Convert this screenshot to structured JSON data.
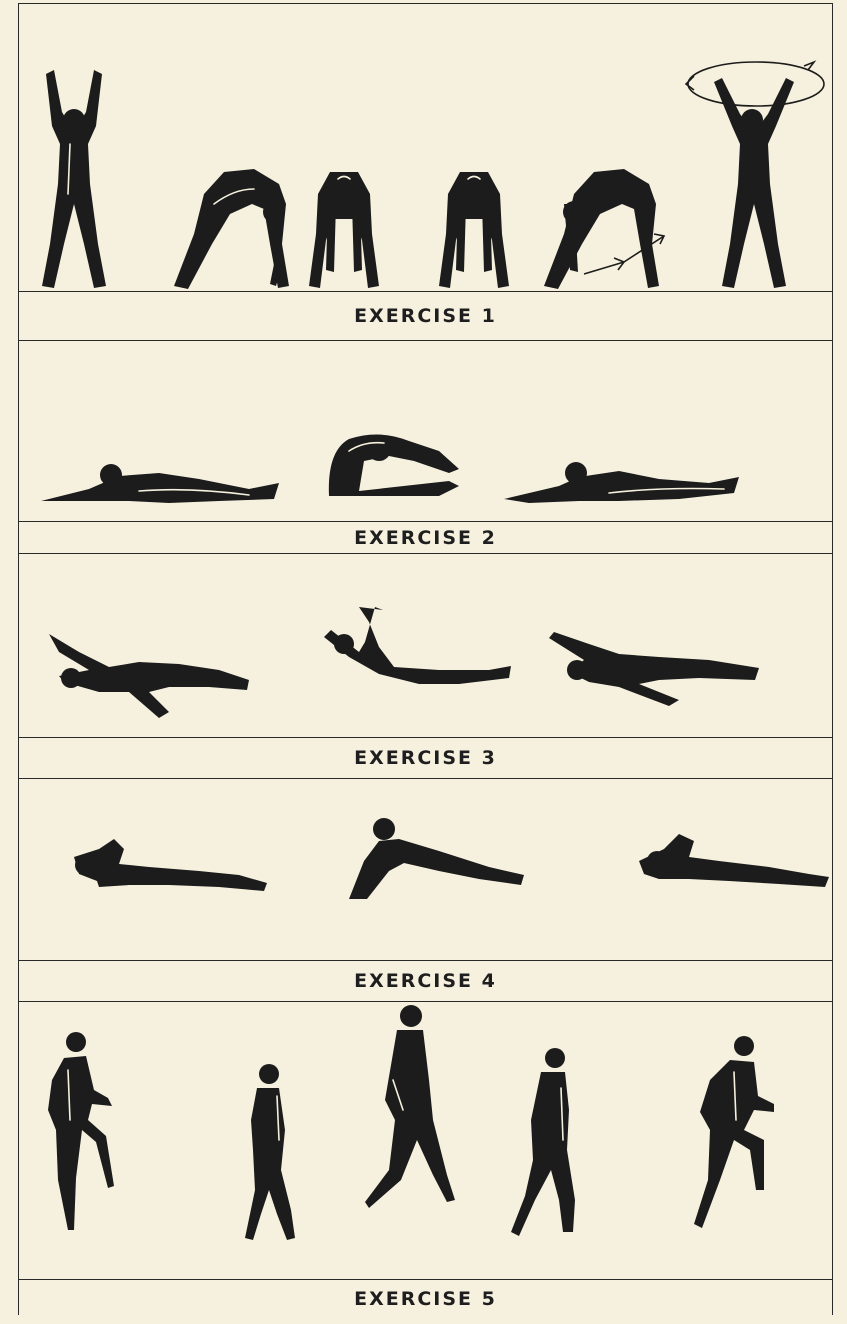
{
  "exercises": [
    {
      "label": "EXERCISE 1"
    },
    {
      "label": "EXERCISE 2"
    },
    {
      "label": "EXERCISE 3"
    },
    {
      "label": "EXERCISE 4"
    },
    {
      "label": "EXERCISE 5"
    }
  ],
  "icons": [
    "standing-arms-up-figure",
    "toe-touch-figure",
    "lying-figure",
    "sit-up-figure",
    "swimming-figure",
    "push-up-figure",
    "walking-figure",
    "running-figure",
    "rotation-arrow"
  ]
}
